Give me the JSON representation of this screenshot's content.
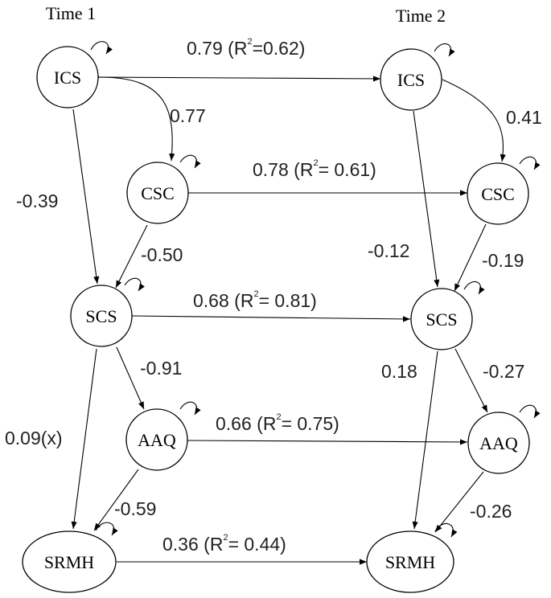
{
  "time_labels": {
    "t1": "Time 1",
    "t2": "Time 2"
  },
  "nodes": {
    "ics_t1": "ICS",
    "csc_t1": "CSC",
    "scs_t1": "SCS",
    "aaq_t1": "AAQ",
    "srmh_t1": "SRMH",
    "ics_t2": "ICS",
    "csc_t2": "CSC",
    "scs_t2": "SCS",
    "aaq_t2": "AAQ",
    "srmh_t2": "SRMH"
  },
  "cross_lagged": {
    "ics": {
      "pre": "0.79 (R",
      "sup": "2",
      "post": "=0.62)"
    },
    "csc": {
      "pre": "0.78 (R",
      "sup": "2",
      "post": "= 0.61)"
    },
    "scs": {
      "pre": "0.68 (R",
      "sup": "2",
      "post": "= 0.81)"
    },
    "aaq": {
      "pre": "0.66 (R",
      "sup": "2",
      "post": "= 0.75)"
    },
    "srmh": {
      "pre": "0.36 (R",
      "sup": "2",
      "post": "= 0.44)"
    }
  },
  "paths_t1": {
    "ics_csc_cov": "0.77",
    "ics_scs": "-0.39",
    "csc_scs": "-0.50",
    "scs_aaq": "-0.91",
    "scs_srmh": "0.09(x)",
    "aaq_srmh": "-0.59"
  },
  "paths_t2": {
    "ics_csc_cov": "0.41",
    "ics_scs": "-0.12",
    "csc_scs": "-0.19",
    "scs_aaq": "-0.27",
    "scs_srmh": "0.18",
    "aaq_srmh": "-0.26"
  }
}
